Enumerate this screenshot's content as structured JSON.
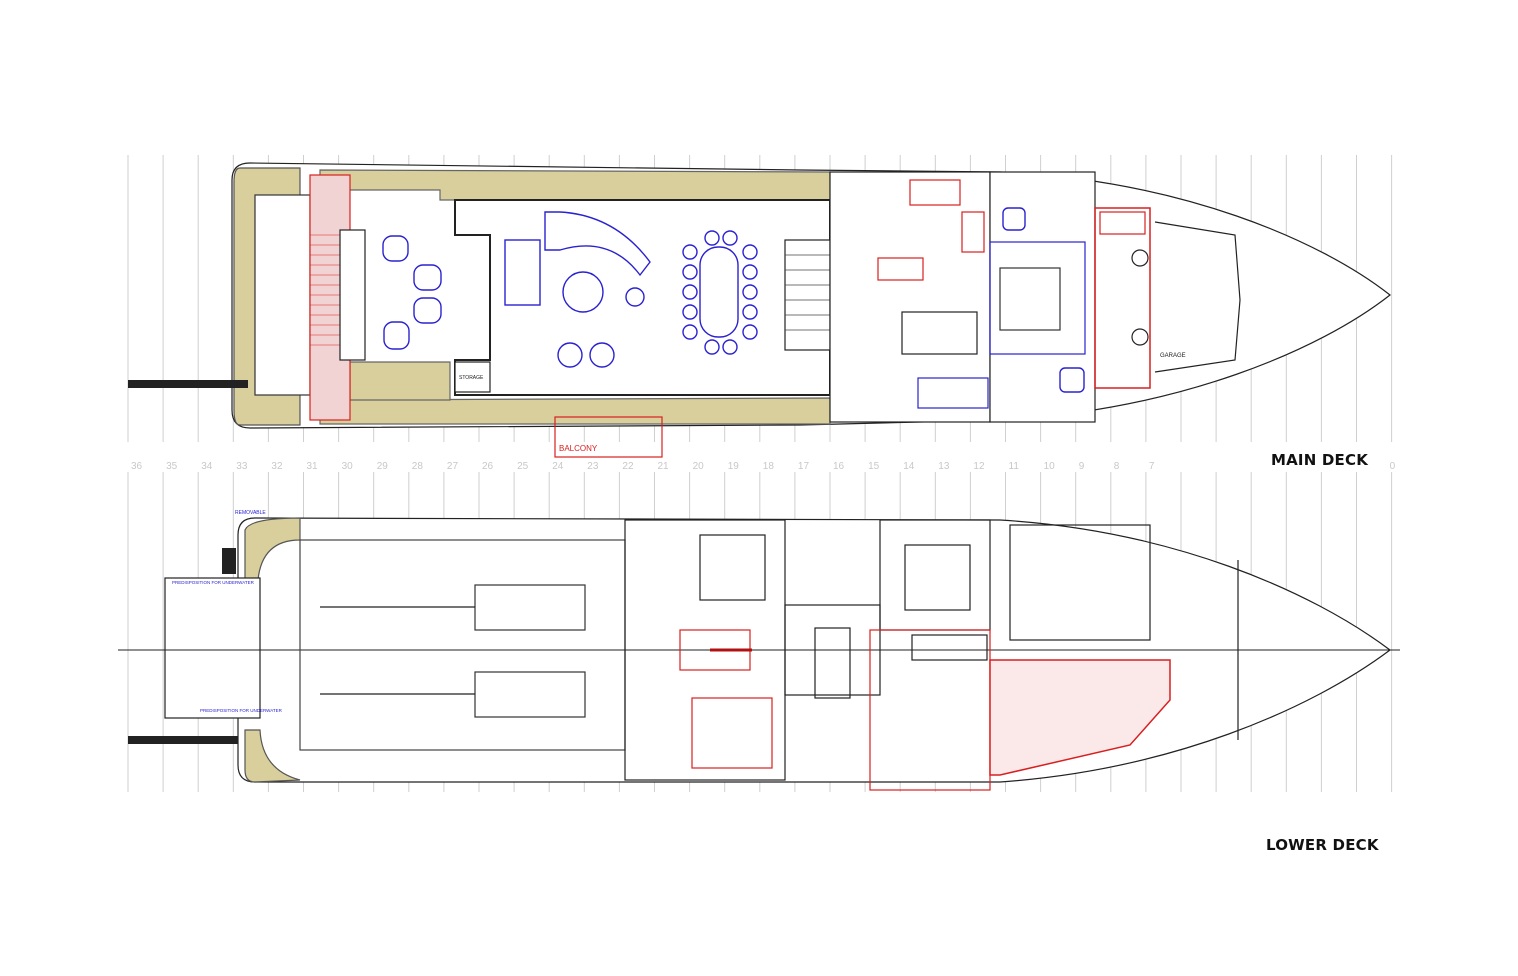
{
  "titles": {
    "main_deck": "MAIN DECK",
    "lower_deck": "LOWER DECK"
  },
  "frame_numbers": [
    "36",
    "35",
    "34",
    "33",
    "32",
    "31",
    "30",
    "29",
    "28",
    "27",
    "26",
    "25",
    "24",
    "23",
    "22",
    "21",
    "20",
    "19",
    "18",
    "17",
    "16",
    "15",
    "14",
    "13",
    "12",
    "11",
    "10",
    "9",
    "8",
    "7"
  ],
  "frame_end_number": "0",
  "main_deck_labels": {
    "balcony": "BALCONY",
    "garage": "GARAGE",
    "storage": "STORAGE"
  },
  "lower_deck_labels": {
    "removable": "REMOVABLE",
    "predisposition_top": "PREDISPOSITION FOR UNDERWATER",
    "predisposition_bottom": "PREDISPOSITION FOR UNDERWATER"
  },
  "colors": {
    "structure": "#222222",
    "furniture": "#2a22d0",
    "highlight": "#d82020",
    "teak": "#d8cf9c",
    "frame_line": "#cfcfcf",
    "frame_text": "#c8c8c8"
  }
}
